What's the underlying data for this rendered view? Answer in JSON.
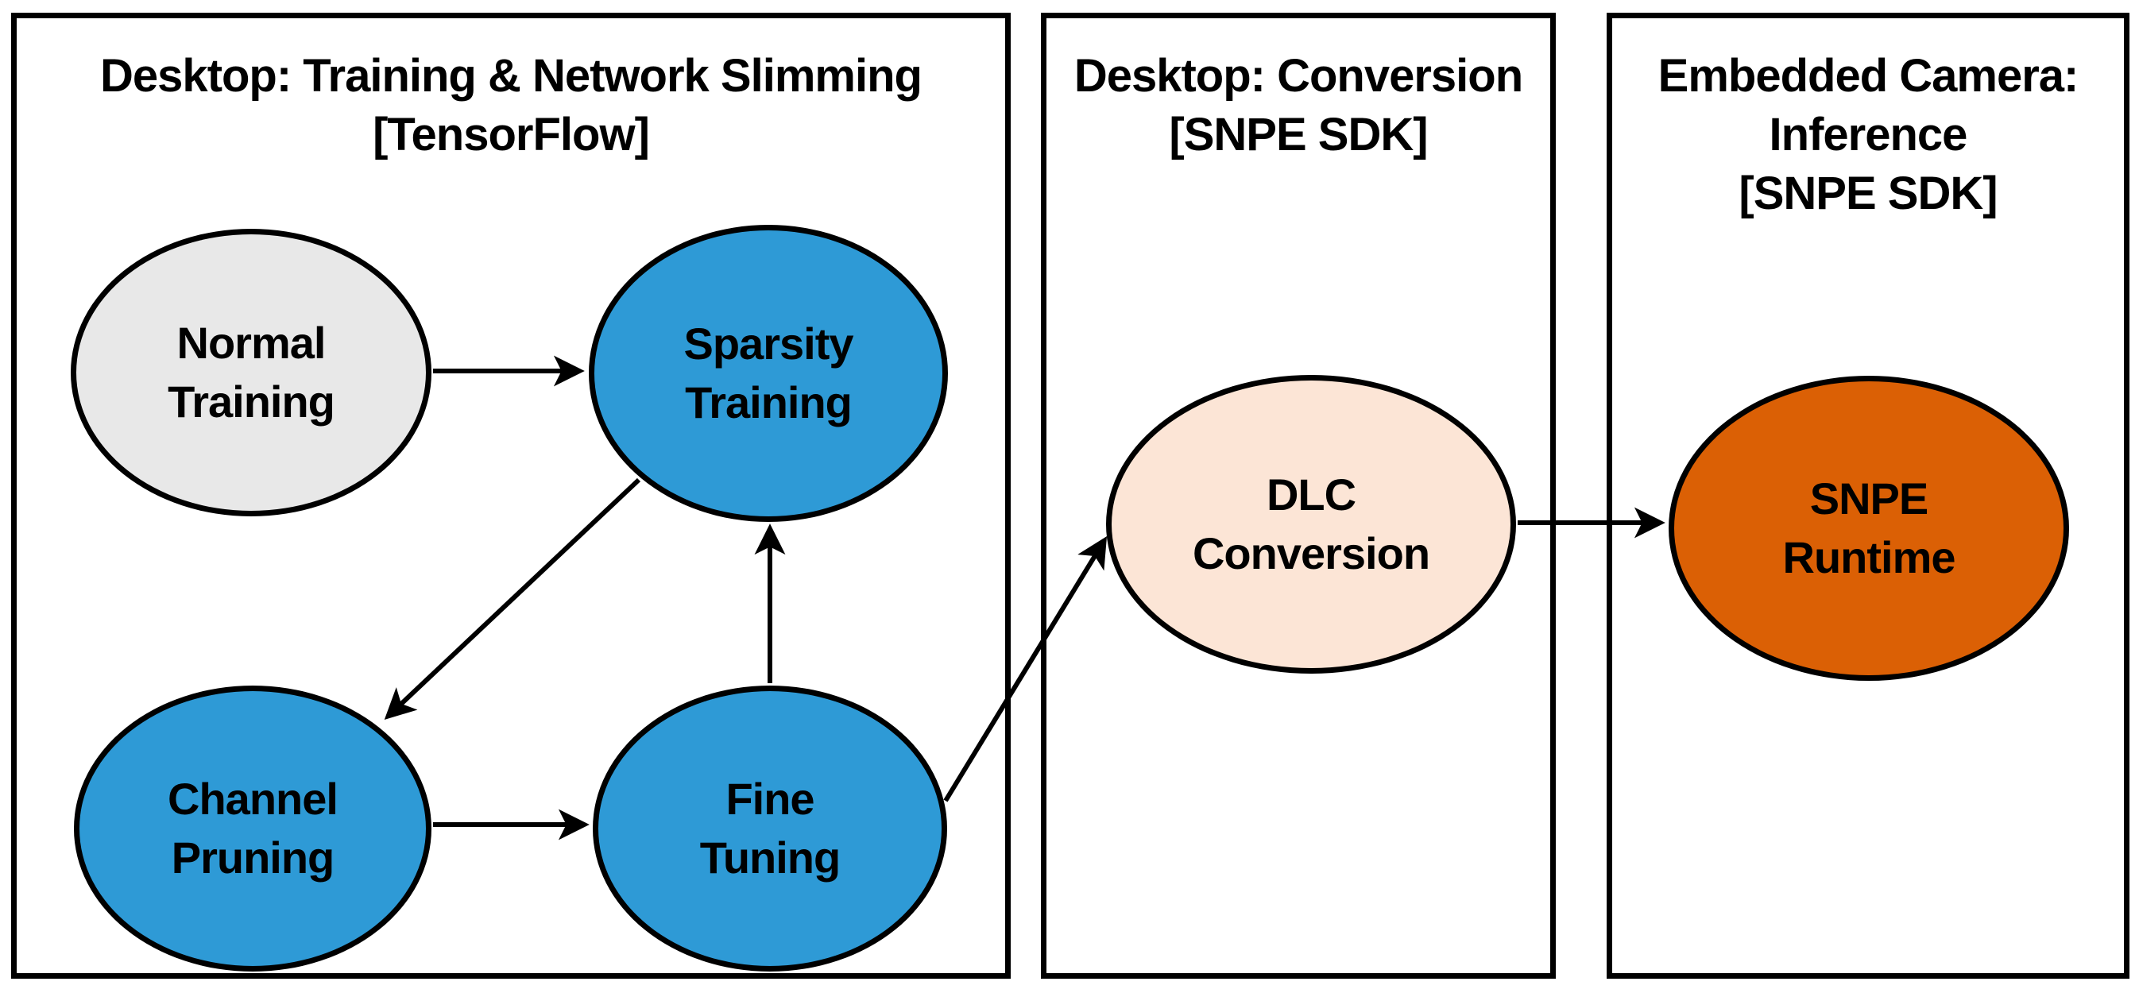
{
  "diagram": {
    "background": "#FFFFFF",
    "stroke_color": "#000000",
    "panels": [
      {
        "id": "training",
        "title_lines": [
          "Desktop: Training & Network Slimming",
          "[TensorFlow]"
        ],
        "nodes": [
          {
            "id": "normal-training",
            "label_lines": [
              "Normal",
              "Training"
            ],
            "fill": "#E8E8E8"
          },
          {
            "id": "sparsity-training",
            "label_lines": [
              "Sparsity",
              "Training"
            ],
            "fill": "#2E9AD6"
          },
          {
            "id": "channel-pruning",
            "label_lines": [
              "Channel",
              "Pruning"
            ],
            "fill": "#2E9AD6"
          },
          {
            "id": "fine-tuning",
            "label_lines": [
              "Fine",
              "Tuning"
            ],
            "fill": "#2E9AD6"
          }
        ]
      },
      {
        "id": "conversion",
        "title_lines": [
          "Desktop: Conversion",
          "[SNPE SDK]"
        ],
        "nodes": [
          {
            "id": "dlc-conversion",
            "label_lines": [
              "DLC",
              "Conversion"
            ],
            "fill": "#FCE5D6"
          }
        ]
      },
      {
        "id": "inference",
        "title_lines": [
          "Embedded Camera:",
          "Inference",
          "[SNPE SDK]"
        ],
        "nodes": [
          {
            "id": "snpe-runtime",
            "label_lines": [
              "SNPE",
              "Runtime"
            ],
            "fill": "#DB6005"
          }
        ]
      }
    ],
    "edges": [
      {
        "from": "Normal Training",
        "to": "Sparsity Training"
      },
      {
        "from": "Sparsity Training",
        "to": "Channel Pruning"
      },
      {
        "from": "Channel Pruning",
        "to": "Fine Tuning"
      },
      {
        "from": "Fine Tuning",
        "to": "Sparsity Training"
      },
      {
        "from": "Fine Tuning",
        "to": "DLC Conversion"
      },
      {
        "from": "DLC Conversion",
        "to": "SNPE Runtime"
      }
    ]
  }
}
